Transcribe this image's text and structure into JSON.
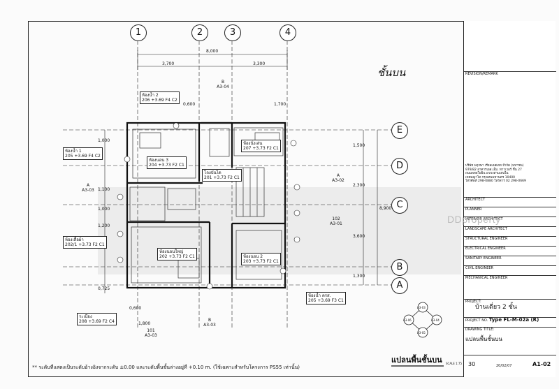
{
  "grid_cols": [
    "1",
    "2",
    "3",
    "4"
  ],
  "grid_rows": [
    "E",
    "D",
    "C",
    "B",
    "A"
  ],
  "dims_top": {
    "total": "8,000",
    "left": "3,700",
    "right": "3,300",
    "sub1": "0,600",
    "sub2": "1,700"
  },
  "dims_right": [
    "1,500",
    "2,300",
    "3,600",
    "1,300"
  ],
  "dims_right_total": "8,900",
  "dims_left": [
    "1,000",
    "1,100",
    "1,000",
    "1,200",
    "0,725"
  ],
  "dims_bottom": [
    "0,600",
    "1,800"
  ],
  "handwritten": "ชั้นบน",
  "rooms": [
    {
      "name": "ห้องน้ำ 2",
      "code": "206  +3.69 F4 C2"
    },
    {
      "name": "ห้องน้ำ 1",
      "code": "205  +3.69 F4 C2"
    },
    {
      "name": "ห้องนอน 3",
      "code": "204  +3.73 F2 C1"
    },
    {
      "name": "โถงบันได",
      "code": "201  +3.73 F2 C1"
    },
    {
      "name": "ห้องนั่งเล่น",
      "code": "207  +3.73 F2 C1"
    },
    {
      "name": "ห้องเสื้อผ้า",
      "code": "202/1 +3.73 F2 C1"
    },
    {
      "name": "ห้องนอนใหญ่",
      "code": "202  +3.73 F2 C1"
    },
    {
      "name": "ห้องนอน 2",
      "code": "203  +3.73 F2 C1"
    },
    {
      "name": "ห้องน้ำ ตรส.",
      "code": "205  +3.69 F3 C1"
    },
    {
      "name": "ระเบียง",
      "code": "208  +3.69 F2 C4"
    }
  ],
  "sections": [
    {
      "id": "B",
      "ref": "A3-04"
    },
    {
      "id": "A",
      "ref": "A3-03"
    },
    {
      "id": "102",
      "ref": "A3-01"
    },
    {
      "id": "A",
      "ref": "A3-02"
    },
    {
      "id": "101",
      "ref": "A3-03"
    },
    {
      "id": "B",
      "ref": "A3-03"
    }
  ],
  "drawing_title": "แปลนพื้นชั้นบน",
  "drawing_scale": "SCALE 1:75",
  "footnote": "** ระดับที่แสดงเป็นระดับอ้างอิงจากระดับ ±0.00 และระดับพื้นชั้นล่างอยู่ที่ +0.10 m. (ใช้เฉพาะสำหรับโครงการ PS55 เท่านั้น)",
  "titleblock": {
    "company": "บริษัท พฤกษา เรียลเอสเตท จำกัด (มหาชน)",
    "address1": "979/82 อาคารเอส.เอ็ม. ทาวเวอร์ ชั้น 27",
    "address2": "ถนนพหลโยธิน แขวงสามเสนใน",
    "address3": "เขตพญาไท กรุงเทพมหานคร 10400",
    "tel": "โทรศัพท์ 298-0880  โทรสาร 02 298-0669",
    "rows": [
      "ARCHITECT",
      "PLANNER",
      "INTERIOR ARCHITECT",
      "LANDSCAPE ARCHITECT",
      "STRUCTURAL ENGINEER",
      "ELECTRICAL ENGINEER",
      "SANITARY ENGINEER",
      "CIVIL ENGINEER",
      "MECHANICAL ENGINEER"
    ],
    "project_label": "PROJECT:",
    "project": "บ้านเดี่ยว 2 ชั้น",
    "project_no_label": "PROJECT NO.",
    "project_no": "Type FL-M-02a (R)",
    "drawing_label": "DRAWING TITLE:",
    "drawing": "แปลนพื้นชั้นบน",
    "sheet_no": "30",
    "date": "20/02/07",
    "code": "A1-02",
    "rev": "REVISION/REMARK"
  },
  "legend_marks": [
    "A3-03",
    "A3-04",
    "A3-05",
    "A3-06"
  ],
  "watermark": "DDproperty"
}
